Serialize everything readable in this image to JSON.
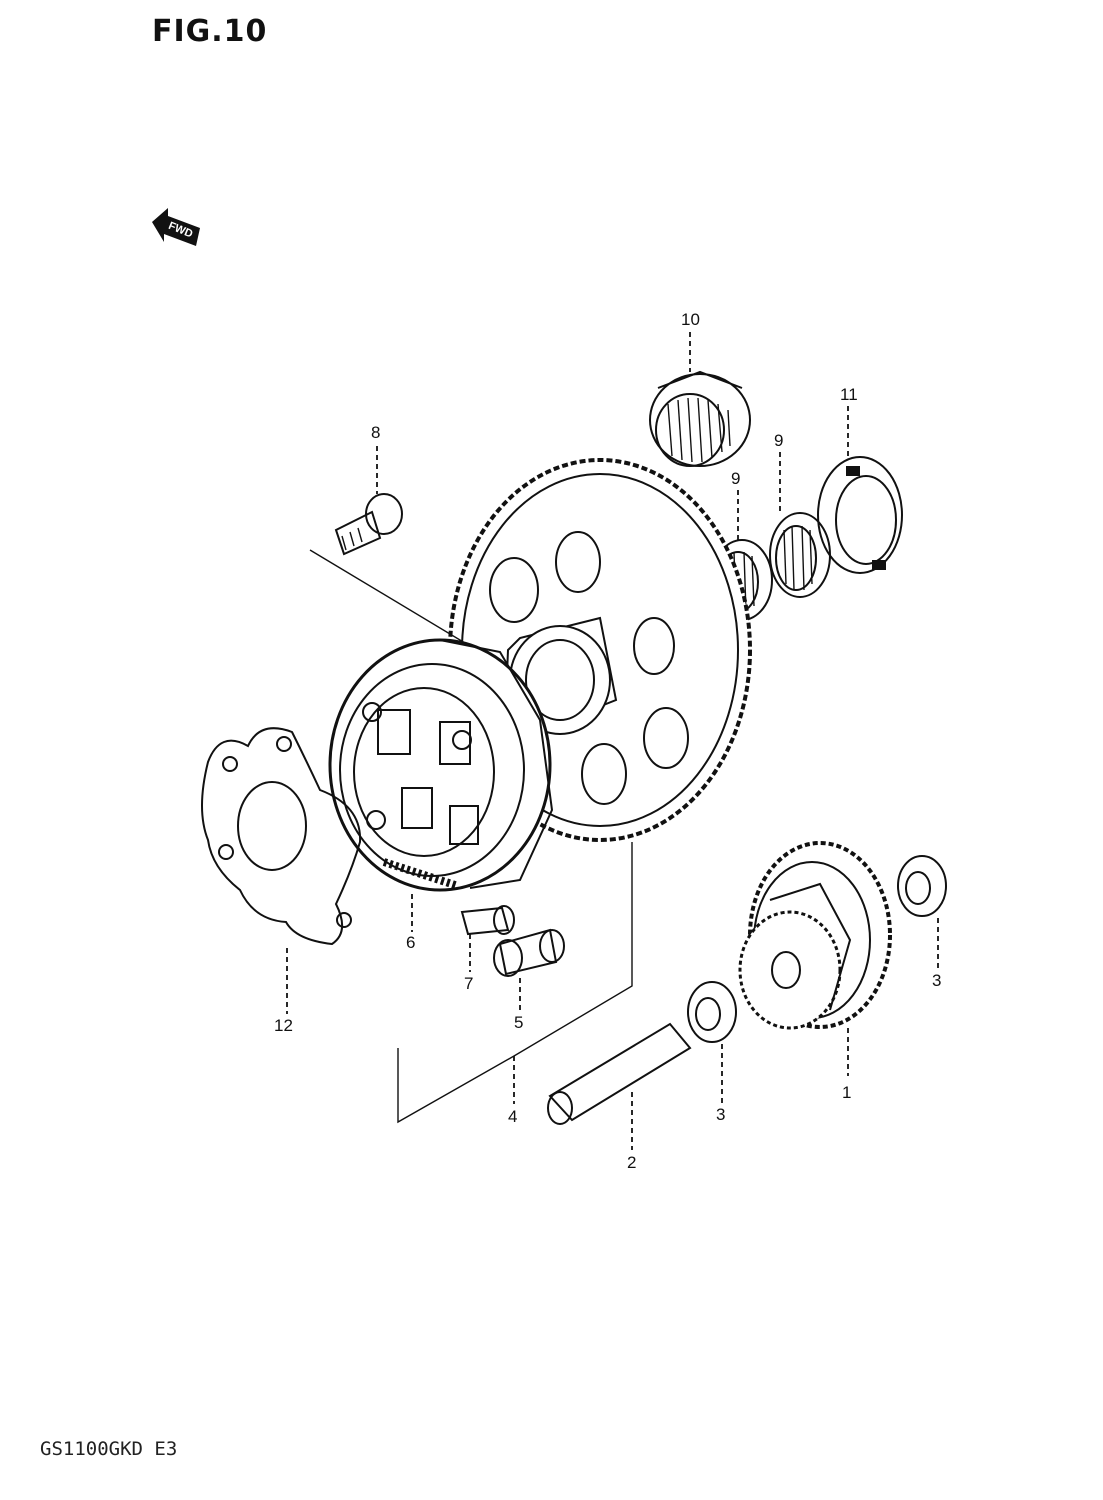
{
  "figure": {
    "title": "FIG.10",
    "forward_marker": "FWD"
  },
  "footer": {
    "model_code": "GS1100GKD E3"
  },
  "callouts": [
    {
      "key": "c1",
      "label": "1"
    },
    {
      "key": "c2",
      "label": "2"
    },
    {
      "key": "c3a",
      "label": "3"
    },
    {
      "key": "c3b",
      "label": "3"
    },
    {
      "key": "c4",
      "label": "4"
    },
    {
      "key": "c5",
      "label": "5"
    },
    {
      "key": "c6",
      "label": "6"
    },
    {
      "key": "c7",
      "label": "7"
    },
    {
      "key": "c8",
      "label": "8"
    },
    {
      "key": "c9a",
      "label": "9"
    },
    {
      "key": "c9b",
      "label": "9"
    },
    {
      "key": "c10",
      "label": "10"
    },
    {
      "key": "c11",
      "label": "11"
    },
    {
      "key": "c12",
      "label": "12"
    }
  ]
}
